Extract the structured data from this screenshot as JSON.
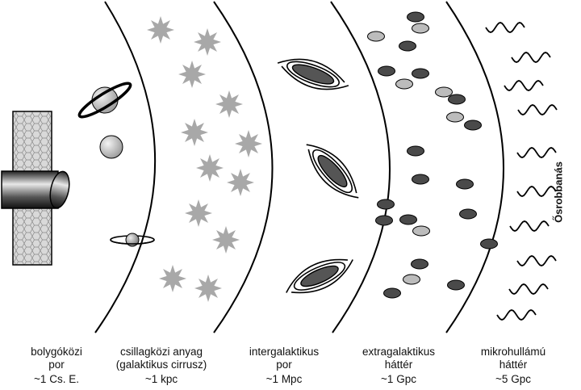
{
  "regions": [
    {
      "id": "interplanetary",
      "line1": "bolygóközi",
      "line2": "por",
      "distance": "~1 Cs. E."
    },
    {
      "id": "interstellar",
      "line1": "csillagközi anyag",
      "line2": "(galaktikus cirrusz)",
      "distance": "~1 kpc"
    },
    {
      "id": "intergalactic",
      "line1": "intergalaktikus",
      "line2": "por",
      "distance": "~1 Mpc"
    },
    {
      "id": "extragalactic",
      "line1": "extragalaktikus",
      "line2": "háttér",
      "distance": "~1 Gpc"
    },
    {
      "id": "microwave",
      "line1": "mikrohullámú",
      "line2": "háttér",
      "distance": "~5 Gpc"
    }
  ],
  "edge_label": "Ősrobbanás",
  "colors": {
    "star": "#a8a8a8",
    "dark_ellipse": "#4a4a4a",
    "light_ellipse": "#bcbcbc",
    "line": "#000000"
  },
  "icons": [
    "satellite-icon",
    "ringed-planet-icon",
    "planet-icon",
    "small-ringed-planet-icon",
    "star-icon",
    "galaxy-icon",
    "galaxy-ellipse-icon",
    "wave-icon"
  ]
}
